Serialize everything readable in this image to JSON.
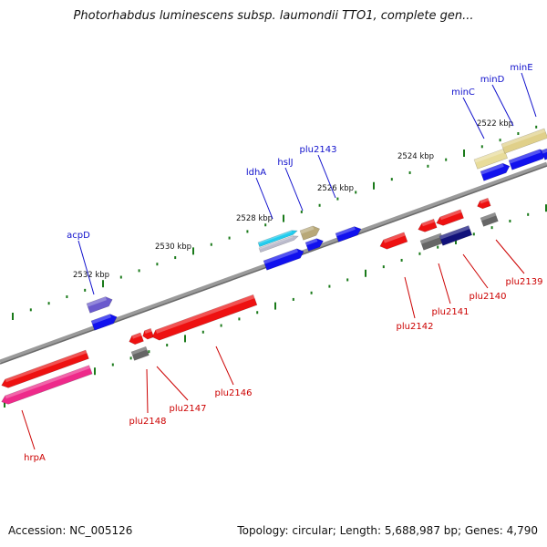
{
  "title": "Photorhabdus luminescens subsp. laumondii TTO1, complete gen...",
  "accession": "Accession: NC_005126",
  "stats": "Topology: circular; Length: 5,688,987 bp; Genes: 4,790",
  "colors": {
    "backbone": "#8a8a8a",
    "tick": "#1a7a1a",
    "label_plus": "#1010cc",
    "label_minus": "#cc0000"
  },
  "scale_labels": [
    "2532 kbp",
    "2530 kbp",
    "2528 kbp",
    "2526 kbp",
    "2524 kbp",
    "2522 kbp"
  ],
  "genes": [
    {
      "id": "g_hrpA_a",
      "label": "",
      "strand": "minus",
      "color": "#ee1111"
    },
    {
      "id": "g_hrpA",
      "label": "hrpA",
      "strand": "minus",
      "color": "#ee2a8a"
    },
    {
      "id": "g_acpD_top",
      "label": "acpD",
      "strand": "plus",
      "color": "#6a5acd"
    },
    {
      "id": "g_acpD_bot",
      "label": "",
      "strand": "plus",
      "color": "#1111ee"
    },
    {
      "id": "g_plu2148",
      "label": "plu2148",
      "strand": "minus",
      "color": "#ee1111"
    },
    {
      "id": "g_plu2148b",
      "label": "",
      "strand": "minus",
      "color": "#666666"
    },
    {
      "id": "g_plu2147",
      "label": "plu2147",
      "strand": "minus",
      "color": "#ee1111"
    },
    {
      "id": "g_plu2146",
      "label": "plu2146",
      "strand": "minus",
      "color": "#ee1111"
    },
    {
      "id": "g_ldhA_cyan",
      "label": "ldhA",
      "strand": "plus",
      "color": "#22ccee"
    },
    {
      "id": "g_ldhA_grey",
      "label": "",
      "strand": "plus",
      "color": "#bbbbcc"
    },
    {
      "id": "g_ldhA_blue",
      "label": "",
      "strand": "plus",
      "color": "#1111ee"
    },
    {
      "id": "g_hslJ",
      "label": "hslJ",
      "strand": "plus",
      "color": "#b8a878"
    },
    {
      "id": "g_hslJ_b",
      "label": "",
      "strand": "plus",
      "color": "#1111ee"
    },
    {
      "id": "g_plu2143",
      "label": "plu2143",
      "strand": "plus",
      "color": "#1111ee"
    },
    {
      "id": "g_plu2142",
      "label": "plu2142",
      "strand": "minus",
      "color": "#ee1111"
    },
    {
      "id": "g_plu2141a",
      "label": "",
      "strand": "minus",
      "color": "#ee1111"
    },
    {
      "id": "g_plu2141",
      "label": "plu2141",
      "strand": "minus",
      "color": "#666666"
    },
    {
      "id": "g_plu2140a",
      "label": "",
      "strand": "minus",
      "color": "#ee1111"
    },
    {
      "id": "g_plu2140",
      "label": "plu2140",
      "strand": "minus",
      "color": "#11117a"
    },
    {
      "id": "g_plu2139a",
      "label": "",
      "strand": "minus",
      "color": "#ee1111"
    },
    {
      "id": "g_plu2139",
      "label": "plu2139",
      "strand": "minus",
      "color": "#666666"
    },
    {
      "id": "g_minC",
      "label": "minC",
      "strand": "plus",
      "color": "#e8dc9a"
    },
    {
      "id": "g_minC_b",
      "label": "",
      "strand": "plus",
      "color": "#1111ee"
    },
    {
      "id": "g_minD",
      "label": "minD",
      "strand": "plus",
      "color": "#e0d08a"
    },
    {
      "id": "g_minD_b",
      "label": "",
      "strand": "plus",
      "color": "#1111ee"
    },
    {
      "id": "g_minE",
      "label": "minE",
      "strand": "plus",
      "color": "#1111ee"
    }
  ]
}
